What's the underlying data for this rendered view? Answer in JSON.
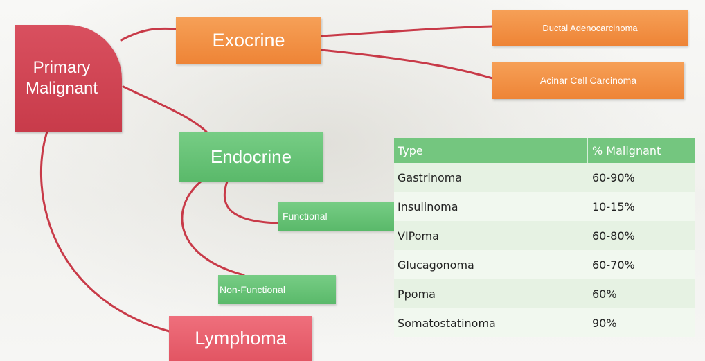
{
  "nodes": {
    "primary_line1": "Primary",
    "primary_line2": "Malignant",
    "exocrine": "Exocrine",
    "ductal": "Ductal Adenocarcinoma",
    "acinar": "Acinar Cell Carcinoma",
    "endocrine": "Endocrine",
    "functional": "Functional",
    "nonfunctional": "Non-Functional",
    "lymphoma": "Lymphoma"
  },
  "table": {
    "headers": [
      "Type",
      "% Malignant"
    ],
    "rows": [
      [
        "Gastrinoma",
        "60-90%"
      ],
      [
        "Insulinoma",
        "10-15%"
      ],
      [
        "VIPoma",
        "60-80%"
      ],
      [
        "Glucagonoma",
        "60-70%"
      ],
      [
        "Ppoma",
        "60%"
      ],
      [
        "Somatostatinoma",
        "90%"
      ]
    ]
  },
  "colors": {
    "primary": "#cf4655",
    "exocrine": "#f08c3f",
    "endocrine": "#66c174",
    "lymphoma": "#e85f6c",
    "connector": "#c73a47"
  }
}
